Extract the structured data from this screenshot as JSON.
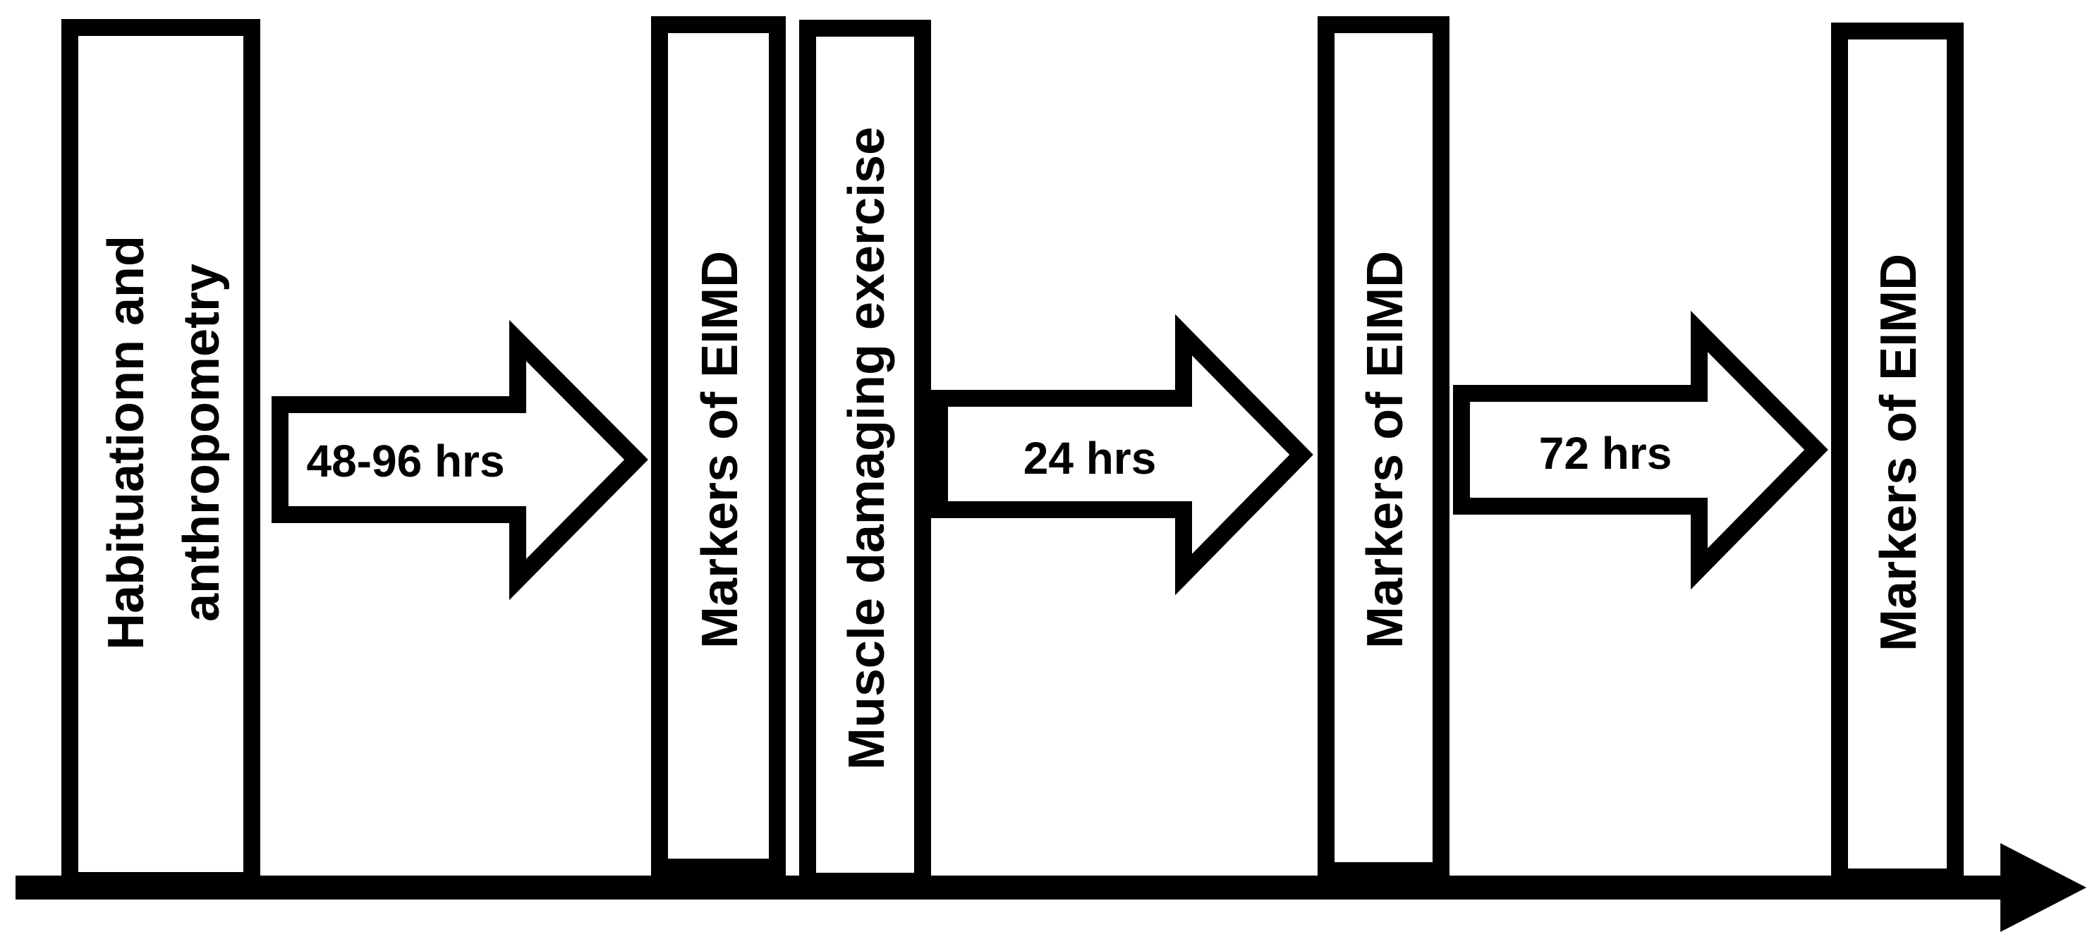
{
  "colors": {
    "stroke": "#000000",
    "fill": "#ffffff",
    "text": "#000000"
  },
  "stages": [
    {
      "label_line1": "Habituationn and",
      "label_line2": "anthropometry"
    },
    {
      "label": "Markers of EIMD"
    },
    {
      "label": "Muscle damaging exercise"
    },
    {
      "label": "Markers of EIMD"
    },
    {
      "label": "Markers of EIMD"
    }
  ],
  "intervals": [
    {
      "label": "48-96 hrs"
    },
    {
      "label": "24 hrs"
    },
    {
      "label": "72 hrs"
    }
  ]
}
